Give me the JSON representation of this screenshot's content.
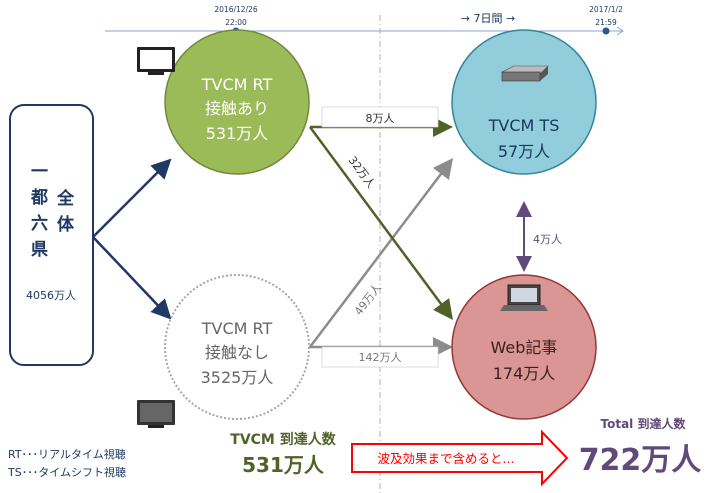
{
  "timeline": {
    "start_date": "2016/12/26",
    "start_time": "22:00",
    "end_date": "2017/1/2",
    "end_time": "21:59",
    "span_label": "→  7日間  →"
  },
  "population": {
    "label_col1": "一都六県",
    "label_col2": "全体",
    "value": "4056万人"
  },
  "nodes": {
    "rt_yes": {
      "line1": "TVCM RT",
      "line2": "接触あり",
      "line3": "531万人"
    },
    "rt_no": {
      "line1": "TVCM RT",
      "line2": "接触なし",
      "line3": "3525万人"
    },
    "ts": {
      "line1": "TVCM TS",
      "line2": "57万人"
    },
    "web": {
      "line1": "Web記事",
      "line2": "174万人"
    }
  },
  "flows": {
    "rt_yes_to_ts": "8万人",
    "rt_yes_to_web": "32万人",
    "rt_no_to_ts": "49万人",
    "rt_no_to_web": "142万人",
    "ts_web": "4万人"
  },
  "legend": {
    "rt": "RT･･･リアルタイム視聴",
    "ts": "TS･･･タイムシフト視聴"
  },
  "summary": {
    "tvcm_label": "TVCM 到達人数",
    "tvcm_value": "531万人",
    "arrow_text": "波及効果まで含めると...",
    "total_label": "Total 到達人数",
    "total_value": "722万人"
  },
  "colors": {
    "green": "#9bbb59",
    "blue": "#92cddc",
    "red": "#d99694",
    "navy": "#1f3864",
    "purple": "#604a7b"
  }
}
